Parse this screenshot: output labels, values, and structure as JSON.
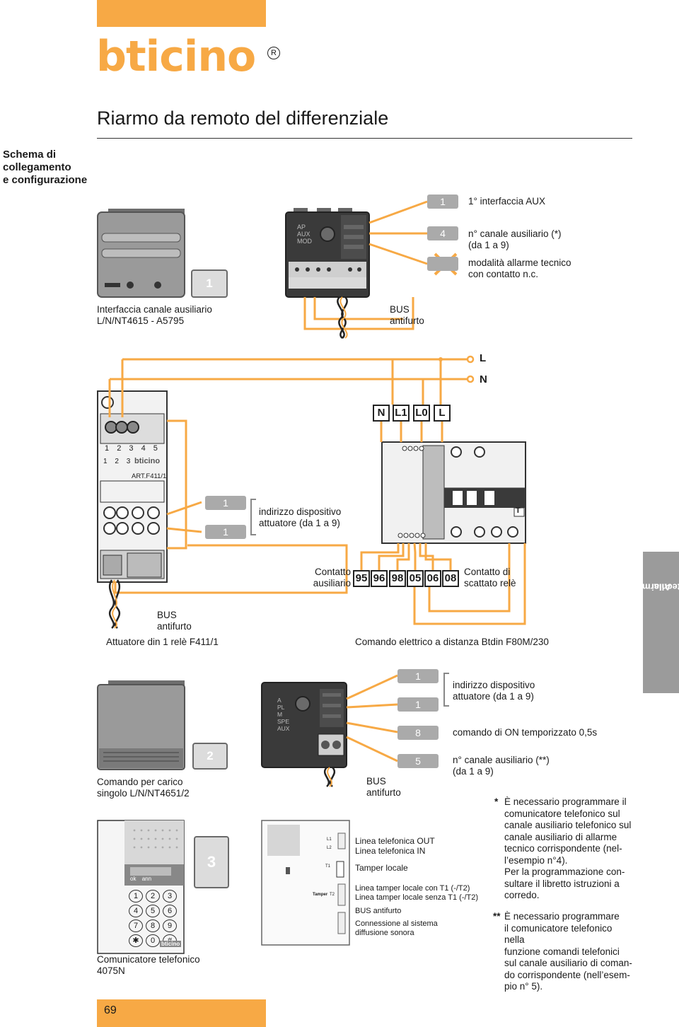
{
  "brand": {
    "logo_text": "bticino",
    "registered": "R",
    "color": "#f7a945"
  },
  "page": {
    "title": "Riarmo da remoto del differenziale",
    "number": "69"
  },
  "section": {
    "line1": "Schema di",
    "line2": "collegamento",
    "line3": "e configurazione"
  },
  "side_tab": {
    "line1": "Allarmi",
    "line2": "tecnici"
  },
  "colors": {
    "wire": "#f7a945",
    "device_grey": "#9a9a9a",
    "badge_grey": "#dcdcdc",
    "tab_grey": "#9b9b9b"
  },
  "top": {
    "interface_badge": "1",
    "interface_caption1": "Interfaccia canale ausiliario",
    "interface_caption2": "L/N/NT4615 - A5795",
    "device_labels": [
      "AP",
      "AUX",
      "MOD"
    ],
    "bus1": "BUS",
    "bus2": "antifurto",
    "cfg": [
      {
        "tag": "1",
        "line1": "1° interfaccia AUX",
        "line2": ""
      },
      {
        "tag": "4",
        "line1": "n° canale ausiliario (*)",
        "line2": "(da 1 a 9)"
      },
      {
        "tag": "",
        "line1": "modalità allarme tecnico",
        "line2": "con contatto n.c."
      }
    ]
  },
  "mid": {
    "L": "L",
    "N": "N",
    "breaker_terminals": [
      "N",
      "L1",
      "L0",
      "L"
    ],
    "relay_numbers": [
      "1",
      "2",
      "3",
      "4",
      "5"
    ],
    "relay_numbers2": [
      "1",
      "2",
      "3"
    ],
    "relay_brand": "bticino",
    "relay_art": "ART.F411/1",
    "addr_tags": [
      "1",
      "1"
    ],
    "addr_line1": "indirizzo dispositivo",
    "addr_line2": "attuatore (da 1 a 9)",
    "contact_left1": "Contatto",
    "contact_left2": "ausiliario",
    "contact_terms": [
      "95",
      "96",
      "98",
      "05",
      "06",
      "08"
    ],
    "contact_right1": "Contatto di",
    "contact_right2": "scattato relè",
    "bus1": "BUS",
    "bus2": "antifurto",
    "actuator_caption": "Attuatore din 1 relè F411/1",
    "breaker_caption": "Comando elettrico a distanza Btdin F80M/230",
    "breaker_T": "T"
  },
  "bottom": {
    "cmd_badge": "2",
    "cmd_caption1": "Comando per carico",
    "cmd_caption2": "singolo L/N/NT4651/2",
    "device_labels": [
      "A",
      "PL",
      "M",
      "SPE",
      "AUX"
    ],
    "tags": [
      "1",
      "1",
      "8",
      "5"
    ],
    "addr_line1": "indirizzo dispositivo",
    "addr_line2": "attuatore (da 1 a 9)",
    "on_text": "comando di ON temporizzato 0,5s",
    "aux_line1": "n° canale ausiliario (**)",
    "aux_line2": "(da 1 a 9)",
    "bus1": "BUS",
    "bus2": "antifurto",
    "comm_badge": "3",
    "comm_caption1": "Comunicatore telefonico",
    "comm_caption2": "4075N",
    "keypad_top": [
      "ok",
      "ann"
    ],
    "keypad_keys": [
      "1",
      "2",
      "3",
      "4",
      "5",
      "6",
      "7",
      "8",
      "9",
      "✱",
      "0",
      "#"
    ],
    "comm_brand": "bticino",
    "board_labels": {
      "l1": "L1",
      "l2": "L2",
      "t1": "T1",
      "tamper": "Tamper",
      "t2": "T2"
    },
    "board_lines": [
      "Linea telefonica OUT",
      "Linea telefonica IN",
      "Tamper locale",
      "Linea tamper locale con T1 (-/T2)",
      "Linea tamper locale senza T1 (-/T2)",
      "BUS antifurto",
      "Connessione al sistema",
      "diffusione sonora"
    ]
  },
  "notes": {
    "n1_mark": "*",
    "n1_lines": [
      "È necessario programmare il",
      "comunicatore telefonico sul",
      "canale ausiliario telefonico sul",
      "canale ausiliario di allarme",
      "tecnico corrispondente (nel-",
      "l’esempio n°4).",
      "Per la programmazione con-",
      "sultare il libretto istruzioni a",
      "corredo."
    ],
    "n2_mark": "**",
    "n2_lines": [
      "È necessario programmare",
      "il comunicatore telefonico nella",
      "funzione comandi telefonici",
      "sul canale ausiliario di coman-",
      "do corrispondente (nell’esem-",
      "pio n° 5)."
    ]
  }
}
